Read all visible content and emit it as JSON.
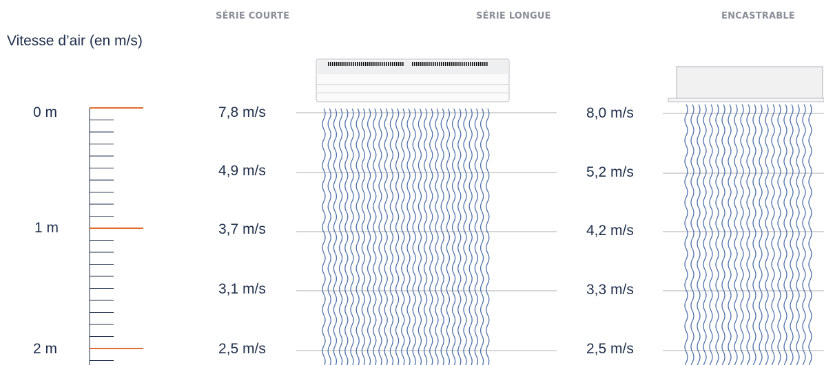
{
  "tabs": {
    "serie_courte": "SÉRIE COURTE",
    "serie_longue": "SÉRIE LONGUE",
    "encastrable": "ENCASTRABLE"
  },
  "axis_title": "Vitesse d’air (en m/s)",
  "ruler": {
    "labels": [
      "0 m",
      "1 m",
      "2 m"
    ],
    "major_color": "#e06a2c",
    "minor_color": "#1d2d4a"
  },
  "serie_longue": {
    "speeds": [
      "7,8 m/s",
      "4,9 m/s",
      "3,7 m/s",
      "3,1 m/s",
      "2,5 m/s"
    ]
  },
  "encastrable": {
    "speeds": [
      "8,0 m/s",
      "5,2 m/s",
      "4,2 m/s",
      "3,3 m/s",
      "2,5 m/s"
    ]
  },
  "colors": {
    "wave": "#4e6fa8",
    "line": "#a9acb2",
    "text": "#1d2d4a",
    "tab": "#8a8f98"
  }
}
